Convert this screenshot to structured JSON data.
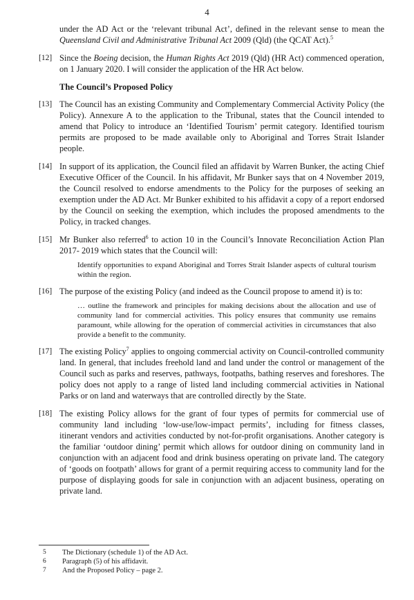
{
  "page_number": "4",
  "paragraphs": {
    "cont": {
      "a": "under the AD Act or the ‘relevant tribunal Act’, defined in the relevant sense to mean the ",
      "italic1": "Queensland Civil and Administrative Tribunal Act",
      "b": " 2009 (Qld) (the QCAT Act).",
      "fn": "5"
    },
    "p12": {
      "num": "[12]",
      "a": "Since the ",
      "italic1": "Boeing",
      "b": " decision, the ",
      "italic2": "Human Rights Act",
      "c": " 2019 (Qld) (HR Act) commenced operation, on 1 January 2020. I will consider the application of the HR Act below."
    },
    "heading": "The Council’s Proposed Policy",
    "p13": {
      "num": "[13]",
      "text": "The Council has an existing Community and Complementary Commercial Activity Policy (the Policy). Annexure A to the application to the Tribunal, states that the Council intended to amend that Policy to introduce an ‘Identified Tourism’ permit category. Identified tourism permits are proposed to be made available only to Aboriginal and Torres Strait Islander people."
    },
    "p14": {
      "num": "[14]",
      "text": "In support of its application, the Council filed an affidavit by Warren Bunker, the acting Chief Executive Officer of the Council. In his affidavit, Mr Bunker says that on 4 November 2019, the Council resolved to endorse amendments to the Policy for the purposes of seeking an exemption under the AD Act. Mr Bunker exhibited to his affidavit a copy of a report endorsed by the Council on seeking the exemption, which includes the proposed amendments to the Policy, in tracked changes."
    },
    "p15": {
      "num": "[15]",
      "a": "Mr Bunker also referred",
      "fn": "6",
      "b": " to action 10 in the Council’s Innovate Reconciliation Action Plan 2017- 2019 which states that the Council will:",
      "quote": "Identify opportunities to expand Aboriginal and Torres Strait Islander aspects of cultural tourism within the region."
    },
    "p16": {
      "num": "[16]",
      "text": "The purpose of the existing Policy (and indeed as the Council propose to amend it) is to:",
      "quote": "… outline the framework and principles for making decisions about the allocation and use of community land for commercial activities. This policy ensures that community use remains paramount, while allowing for the operation of commercial activities in circumstances that also provide a benefit to the community."
    },
    "p17": {
      "num": "[17]",
      "a": "The existing Policy",
      "fn": "7",
      "b": " applies to ongoing commercial activity on Council-controlled community land. In general, that includes freehold land and land under the control or management of the Council such as parks and reserves, pathways, footpaths, bathing reserves and foreshores. The policy does not apply to a range of listed land including commercial activities in National Parks or on land and waterways that are controlled directly by the State."
    },
    "p18": {
      "num": "[18]",
      "text": "The existing Policy allows for the grant of four types of permits for commercial use of community land including ‘low-use/low-impact permits’, including for fitness classes, itinerant vendors and activities conducted by not-for-profit organisations. Another category is the familiar ‘outdoor dining’ permit which allows for outdoor dining on community land in conjunction with an adjacent food and drink business operating on private land. The category of ‘goods on footpath’ allows for grant of a permit requiring access to community land for the purpose of displaying goods for sale in conjunction with an adjacent business, operating on private land."
    }
  },
  "footnotes": [
    {
      "num": "5",
      "text": "The Dictionary (schedule 1) of the AD Act."
    },
    {
      "num": "6",
      "text": "Paragraph (5) of his affidavit."
    },
    {
      "num": "7",
      "text": "And the Proposed Policy – page 2."
    }
  ]
}
